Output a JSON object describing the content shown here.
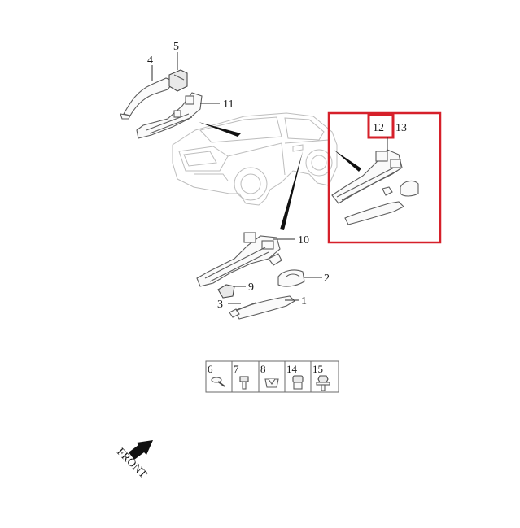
{
  "callouts": {
    "c1": "1",
    "c2": "2",
    "c3": "3",
    "c4": "4",
    "c5": "5",
    "c9": "9",
    "c10": "10",
    "c11": "11",
    "c12": "12",
    "c13": "13"
  },
  "hardware_table": [
    {
      "label": "6",
      "icon": "screw-icon"
    },
    {
      "label": "7",
      "icon": "bolt-icon"
    },
    {
      "label": "8",
      "icon": "clip-icon"
    },
    {
      "label": "14",
      "icon": "nut-icon"
    },
    {
      "label": "15",
      "icon": "flange-bolt-icon"
    }
  ],
  "front_indicator": {
    "text": "FRONT",
    "icon": "arrow-icon"
  },
  "highlight": {
    "color": "#d6202a",
    "target": "12"
  }
}
